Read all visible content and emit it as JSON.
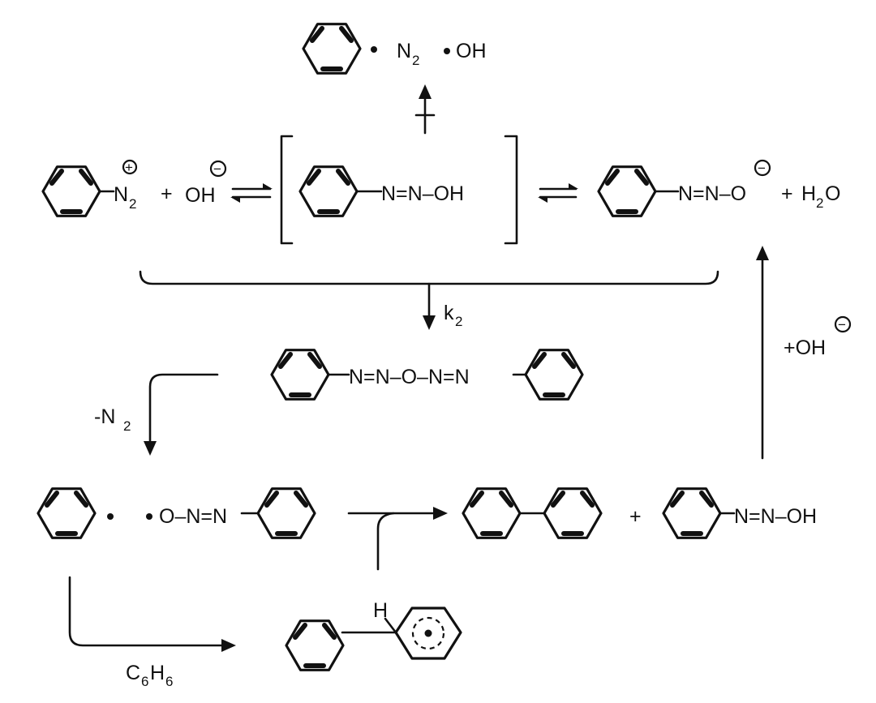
{
  "reaction": {
    "phenyl_radical_products": {
      "n2": "N",
      "n2_sub": "2",
      "oh": "OH"
    },
    "diazonium": {
      "plus_sign": "+",
      "n2": "N",
      "n2_sub": "2"
    },
    "hydroxide": {
      "plus": "+",
      "oh": "OH",
      "minus": "−"
    },
    "diazohydroxide": {
      "chain": "N=N–OH"
    },
    "diazotate": {
      "chain": "N=N–O",
      "minus": "−",
      "plus": "+",
      "water": "H",
      "water_sub": "2",
      "water_o": "O"
    },
    "rate_constant": {
      "k": "k",
      "sub": "2"
    },
    "anhydride": {
      "chain": "N=N–O–N=N"
    },
    "minus_n2": {
      "text": "-N",
      "sub": "2"
    },
    "add_hydroxide": {
      "text": "+OH",
      "minus": "−"
    },
    "radical_pair": {
      "chain": "O–N=N"
    },
    "products": {
      "plus": "+",
      "chain": "N=N–OH"
    },
    "benzene_reagent": {
      "c": "C",
      "sub1": "6",
      "h": "H",
      "sub2": "6"
    },
    "adduct": {
      "h": "H"
    }
  }
}
